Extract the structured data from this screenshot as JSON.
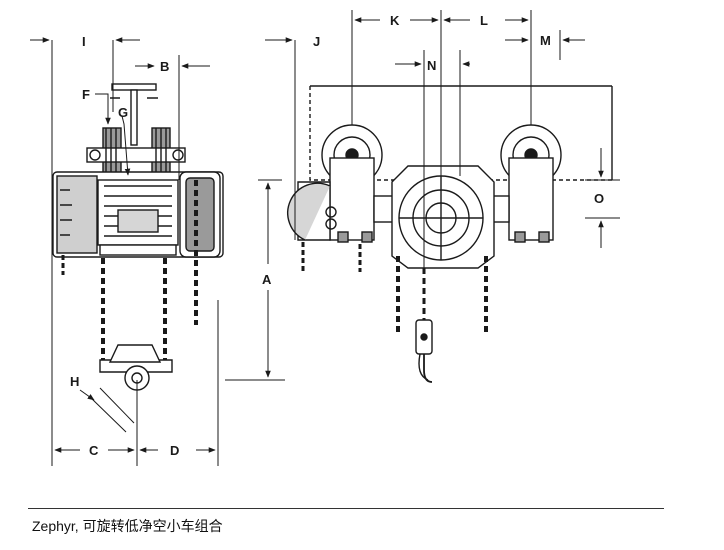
{
  "labels": {
    "I": "I",
    "B": "B",
    "F": "F",
    "G": "G",
    "H": "H",
    "C": "C",
    "D": "D",
    "A": "A",
    "J": "J",
    "K": "K",
    "L": "L",
    "M": "M",
    "N": "N",
    "O": "O"
  },
  "caption": "Zephyr, 可旋转低净空小车组合",
  "colors": {
    "line": "#1a1a1a",
    "shade": "#9a9a9a",
    "light": "#d6d6d6"
  }
}
